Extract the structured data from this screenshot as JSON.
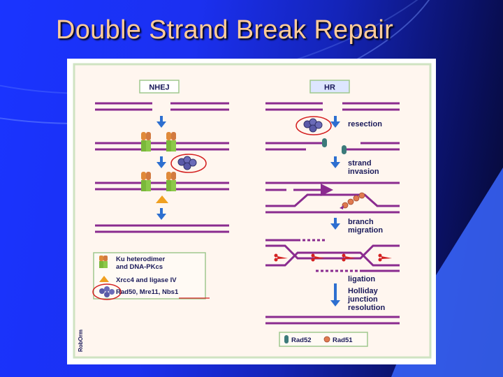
{
  "slide": {
    "title": "Double Strand Break Repair"
  },
  "figure": {
    "nhej_label": "NHEJ",
    "hr_label": "HR",
    "hr_steps": {
      "resection": "resection",
      "strand_invasion_1": "strand",
      "strand_invasion_2": "invasion",
      "branch_migration_1": "branch",
      "branch_migration_2": "migration",
      "ligation": "ligation",
      "resolution_1": "Holliday",
      "resolution_2": "junction",
      "resolution_3": "resolution"
    },
    "nhej_legend": {
      "ku_1": "Ku heterodimer",
      "ku_2": "and DNA-PKcs",
      "xrcc4": "Xrcc4 and ligase IV",
      "mrn": "Rad50, Mre11, Nbs1"
    },
    "hr_legend": {
      "rad52": "Rad52",
      "rad51": "Rad51"
    },
    "credit": "RobOrm",
    "colors": {
      "dna_strand": "#8a2b8f",
      "arrow": "#2d6fd0",
      "annotation_circle": "#d42020",
      "ku_top": "#e08a3a",
      "ku_bottom": "#7ab83a",
      "xrcc4": "#f0a020",
      "mrn": "#5a5aa8",
      "rad52": "#3c7a7a",
      "rad51": "#e07a50"
    }
  }
}
